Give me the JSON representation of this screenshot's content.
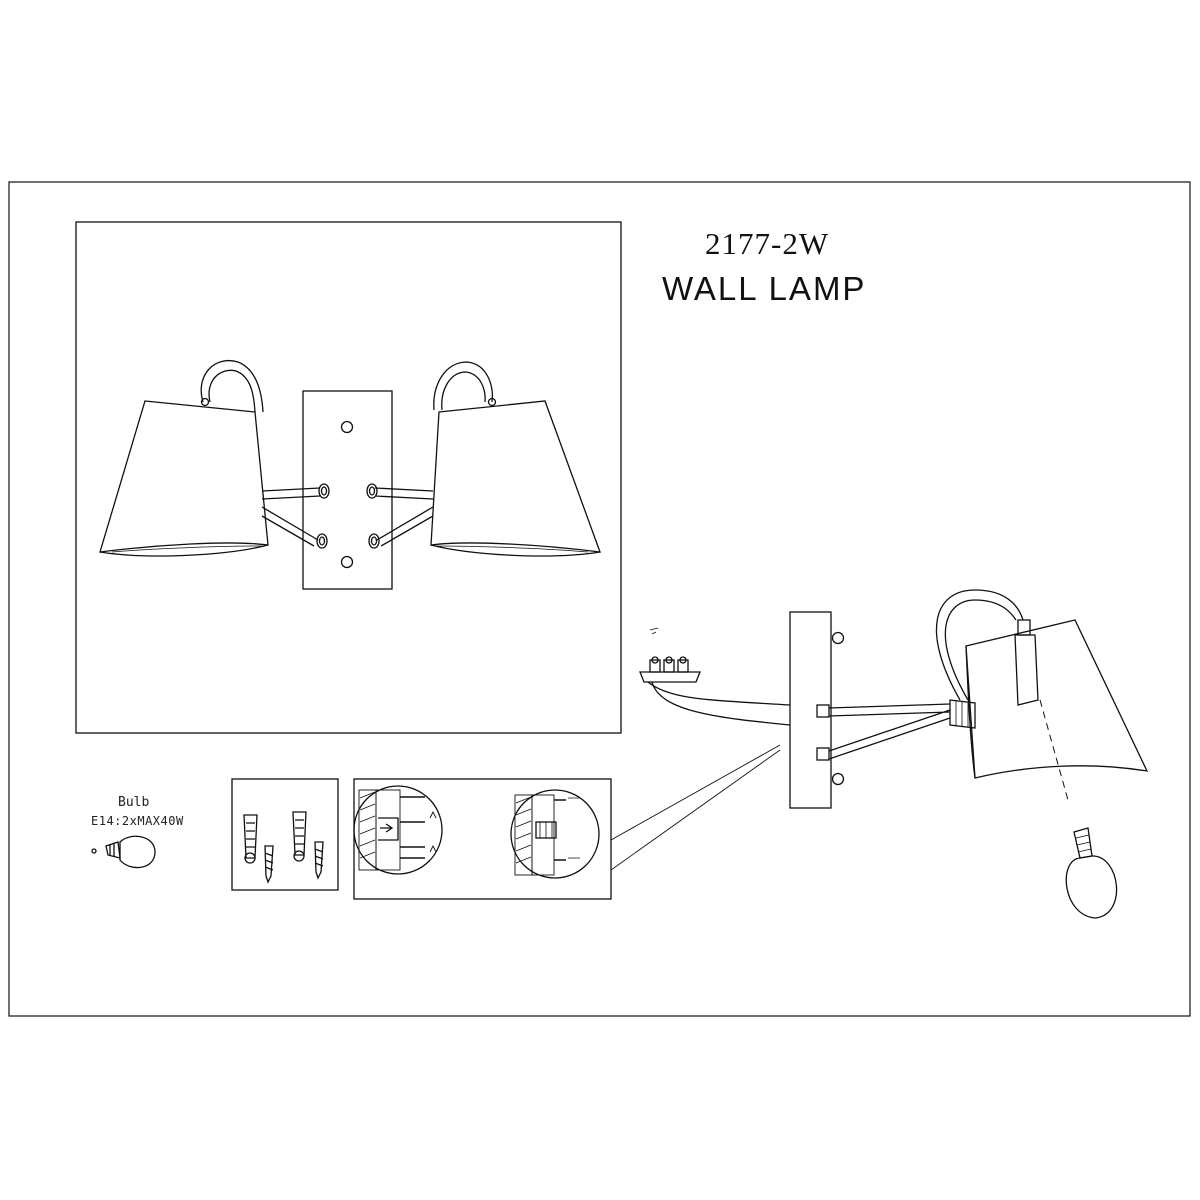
{
  "sheet": {
    "model_number": "2177-2W",
    "product_name": "WALL LAMP"
  },
  "bulb": {
    "title": "Bulb",
    "spec": "E14:2xMAX40W"
  }
}
